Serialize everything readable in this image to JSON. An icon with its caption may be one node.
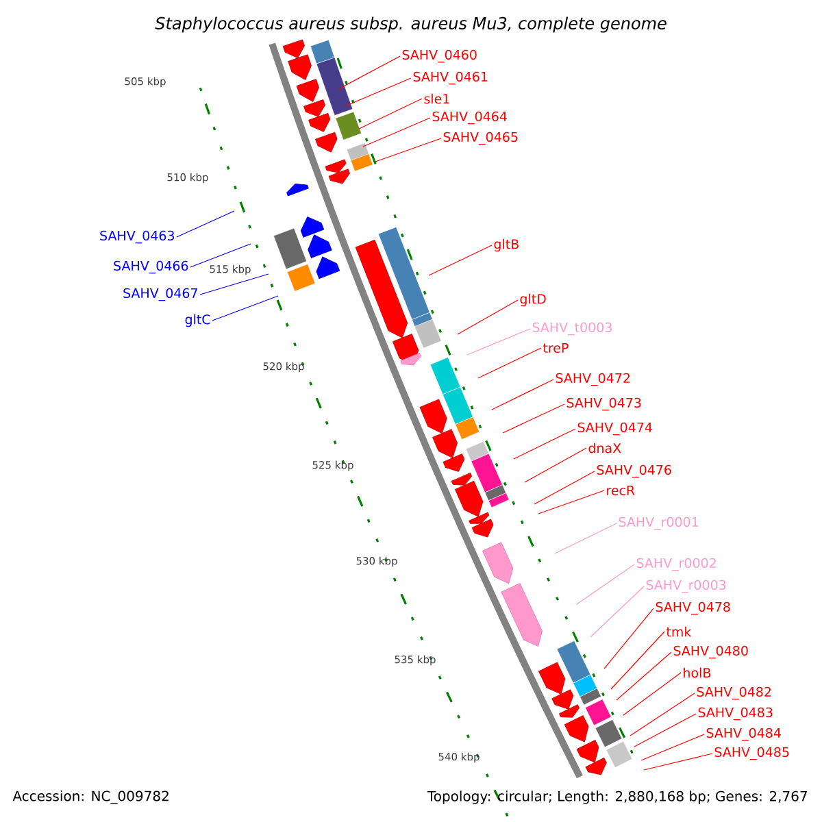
{
  "diagram": {
    "title": "*Staphylococcus aureus* subsp. *aureus* Mu3, complete genome",
    "nodes": [
      {
        "text": [
          "SAHV_0460"
        ]
      },
      {
        "text": [
          "SAHV_0461"
        ]
      },
      {
        "text": [
          "sle1"
        ]
      },
      {
        "text": [
          "SAHV_0464"
        ]
      },
      {
        "text": [
          "SAHV_0465"
        ]
      },
      {
        "text": [
          "gltB"
        ]
      },
      {
        "text": [
          "gltD"
        ]
      },
      {
        "text": [
          "SAHV_t0003"
        ]
      },
      {
        "text": [
          "treP"
        ]
      },
      {
        "text": [
          "SAHV_0472"
        ]
      },
      {
        "text": [
          "SAHV_0473"
        ]
      },
      {
        "text": [
          "SAHV_0474"
        ]
      },
      {
        "text": [
          "dnaX"
        ]
      },
      {
        "text": [
          "SAHV_0476"
        ]
      },
      {
        "text": [
          "recR"
        ]
      },
      {
        "text": [
          "SAHV_r0001"
        ]
      },
      {
        "text": [
          "SAHV_r0002"
        ]
      },
      {
        "text": [
          "SAHV_r0003"
        ]
      },
      {
        "text": [
          "SAHV_0478"
        ]
      },
      {
        "text": [
          "tmk"
        ]
      },
      {
        "text": [
          "SAHV_0480"
        ]
      },
      {
        "text": [
          "holB"
        ]
      },
      {
        "text": [
          "SAHV_0482"
        ]
      },
      {
        "text": [
          "SAHV_0483"
        ]
      },
      {
        "text": [
          "SAHV_0484"
        ]
      },
      {
        "text": [
          "SAHV_0485"
        ]
      },
      {
        "text": [
          "SAHV_0463"
        ]
      },
      {
        "text": [
          "SAHV_0466"
        ]
      },
      {
        "text": [
          "SAHV_0467"
        ]
      },
      {
        "text": [
          "gltC"
        ]
      }
    ],
    "edges": [
      {
        "from": 0,
        "to": null,
        "arrow": "none"
      },
      {
        "from": 1,
        "to": null,
        "arrow": "none"
      },
      {
        "from": 2,
        "to": null,
        "arrow": "none"
      },
      {
        "from": 3,
        "to": null,
        "arrow": "none"
      },
      {
        "from": 4,
        "to": null,
        "arrow": "none"
      },
      {
        "from": 5,
        "to": null,
        "arrow": "none"
      },
      {
        "from": 6,
        "to": null,
        "arrow": "none"
      },
      {
        "from": 7,
        "to": null,
        "arrow": "none",
        "color": "#ff99cc"
      },
      {
        "from": 8,
        "to": null,
        "arrow": "none"
      },
      {
        "from": 9,
        "to": null,
        "arrow": "none"
      },
      {
        "from": 10,
        "to": null,
        "arrow": "none"
      },
      {
        "from": 11,
        "to": null,
        "arrow": "none"
      },
      {
        "from": 12,
        "to": null,
        "arrow": "none"
      },
      {
        "from": 13,
        "to": null,
        "arrow": "none"
      },
      {
        "from": 14,
        "to": null,
        "arrow": "none"
      },
      {
        "from": 15,
        "to": null,
        "arrow": "none",
        "color": "#ff99cc"
      },
      {
        "from": 16,
        "to": null,
        "arrow": "none",
        "color": "#ff99cc"
      },
      {
        "from": 17,
        "to": null,
        "arrow": "none",
        "color": "#ff99cc"
      },
      {
        "from": 18,
        "to": null,
        "arrow": "none"
      },
      {
        "from": 19,
        "to": null,
        "arrow": "none"
      },
      {
        "from": 20,
        "to": null,
        "arrow": "none"
      },
      {
        "from": 21,
        "to": null,
        "arrow": "none"
      },
      {
        "from": 22,
        "to": null,
        "arrow": "none"
      },
      {
        "from": 23,
        "to": null,
        "arrow": "none"
      },
      {
        "from": 24,
        "to": null,
        "arrow": "none"
      },
      {
        "from": 25,
        "to": null,
        "arrow": "none"
      },
      {
        "from": 26,
        "to": null,
        "arrow": "none",
        "color": "#0000ff"
      },
      {
        "from": 27,
        "to": null,
        "arrow": "none",
        "color": "#0000ff"
      },
      {
        "from": 28,
        "to": null,
        "arrow": "none",
        "color": "#0000ff"
      },
      {
        "from": 29,
        "to": null,
        "arrow": "none",
        "color": "#0000ff"
      }
    ],
    "labels": [
      "505 kbp",
      "510 kbp",
      "515 kbp",
      "520 kbp",
      "525 kbp",
      "530 kbp",
      "535 kbp",
      "540 kbp",
      "Accession: NC_009782",
      "Topology: circular; Length: 2,880,168 bp; Genes: 2,767"
    ]
  }
}
